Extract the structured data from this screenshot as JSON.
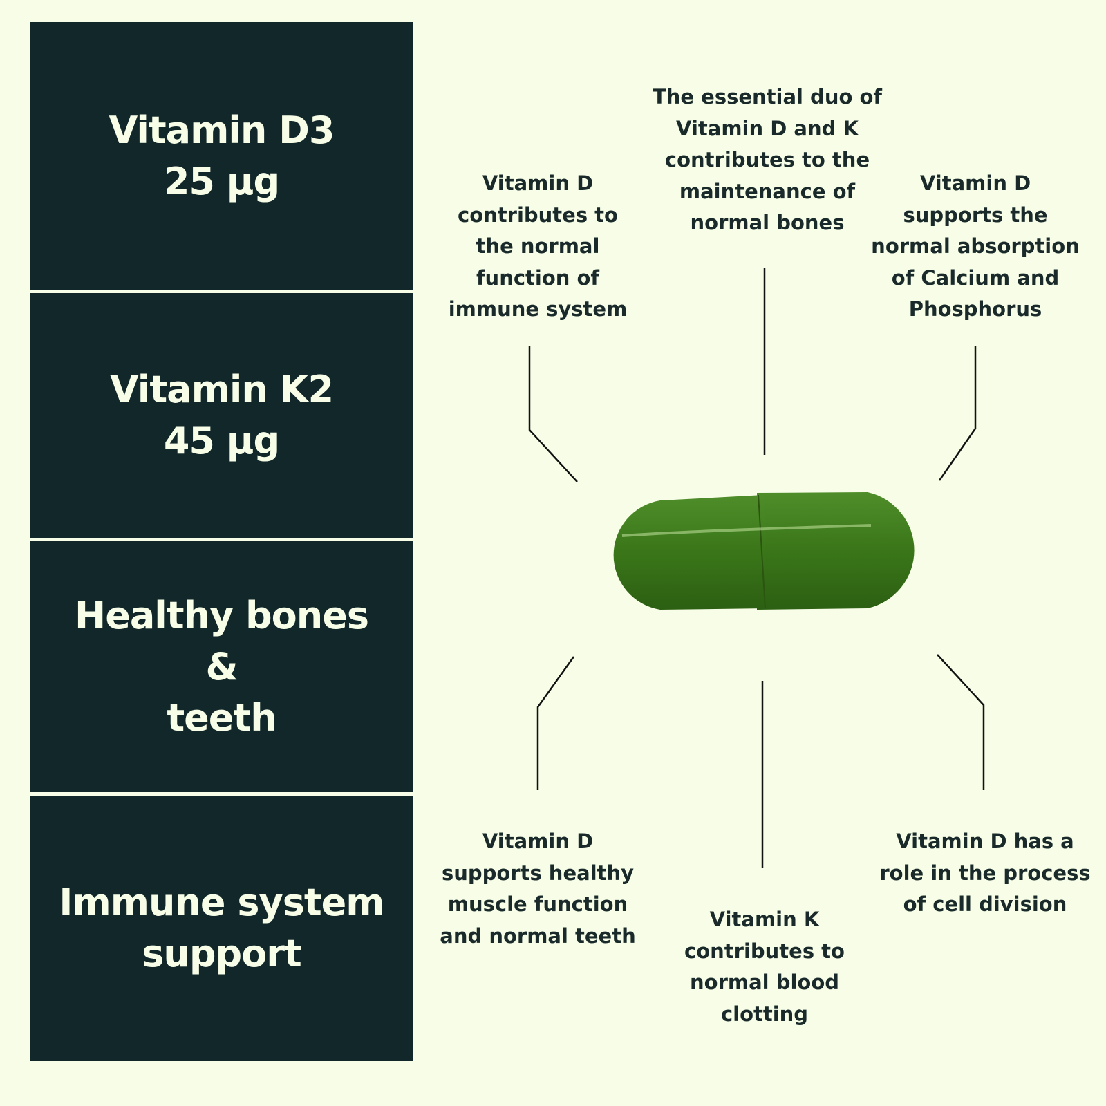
{
  "panels": [
    {
      "lines": [
        "Vitamin D3",
        "25 µg"
      ]
    },
    {
      "lines": [
        "Vitamin K2",
        "45 µg"
      ]
    },
    {
      "lines": [
        "Healthy bones",
        "&",
        "teeth"
      ]
    },
    {
      "lines": [
        "Immune system",
        "support"
      ]
    }
  ],
  "notes": {
    "top_left": "Vitamin D\ncontributes to\nthe normal\nfunction of\nimmune system",
    "top_center": "The essential duo of\nVitamin D and K\ncontributes to the\nmaintenance of\nnormal bones",
    "top_right": "Vitamin D\nsupports the\nnormal absorption\nof Calcium and\nPhosphorus",
    "bottom_left": "Vitamin D\nsupports healthy\nmuscle function\nand normal teeth",
    "bottom_center": "Vitamin K\ncontributes to\nnormal blood\nclotting",
    "bottom_right": "Vitamin D has a\nrole in the process\nof cell division"
  },
  "colors": {
    "background": "#f7fde7",
    "panel": "#12272a",
    "capsule": "#3d7a1e"
  }
}
